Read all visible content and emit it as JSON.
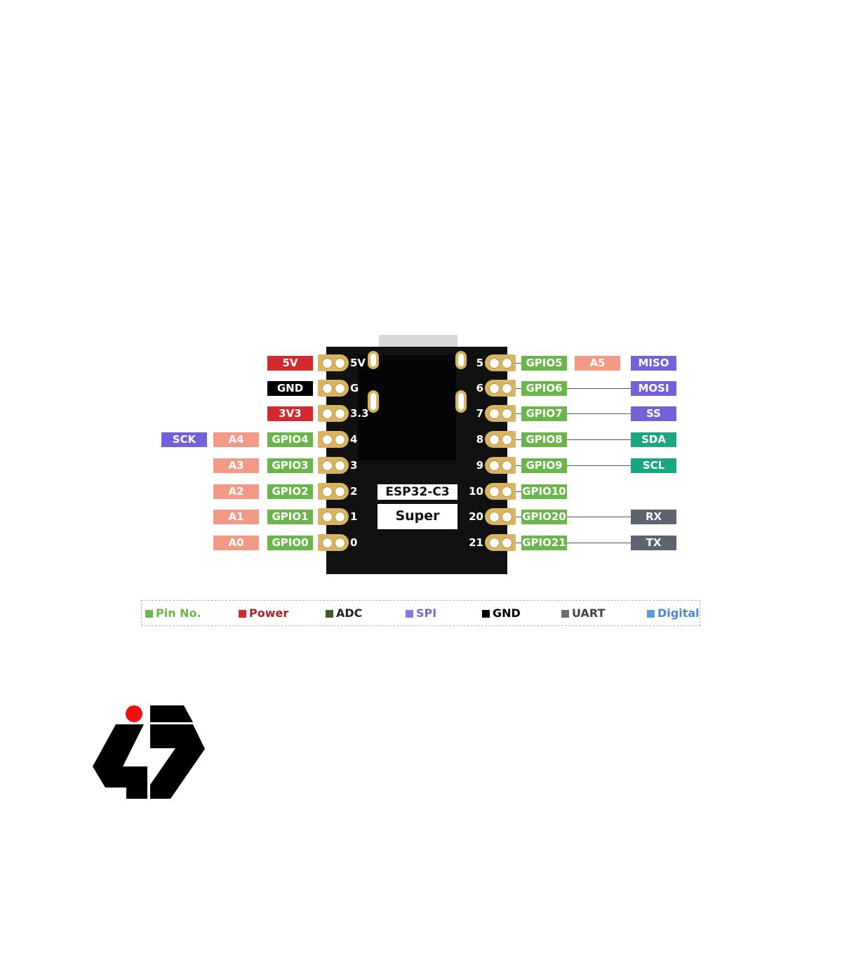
{
  "board": {
    "title_line1": "ESP32-C3",
    "title_line2": "Super Mini"
  },
  "left_pins": [
    {
      "pin": "5V",
      "main": "5V",
      "main_type": "power"
    },
    {
      "pin": "G",
      "main": "GND",
      "main_type": "gnd"
    },
    {
      "pin": "3.3",
      "main": "3V3",
      "main_type": "power"
    },
    {
      "pin": "4",
      "main": "GPIO4",
      "main_type": "gpio",
      "adc": "A4",
      "func": "SCK",
      "func_type": "spi"
    },
    {
      "pin": "3",
      "main": "GPIO3",
      "main_type": "gpio",
      "adc": "A3"
    },
    {
      "pin": "2",
      "main": "GPIO2",
      "main_type": "gpio",
      "adc": "A2"
    },
    {
      "pin": "1",
      "main": "GPIO1",
      "main_type": "gpio",
      "adc": "A1"
    },
    {
      "pin": "0",
      "main": "GPIO0",
      "main_type": "gpio",
      "adc": "A0"
    }
  ],
  "right_pins": [
    {
      "pin": "5",
      "main": "GPIO5",
      "adc": "A5",
      "func": "MISO",
      "func_type": "spi"
    },
    {
      "pin": "6",
      "main": "GPIO6",
      "func": "MOSI",
      "func_type": "spi"
    },
    {
      "pin": "7",
      "main": "GPIO7",
      "func": "SS",
      "func_type": "spi"
    },
    {
      "pin": "8",
      "main": "GPIO8",
      "func": "SDA",
      "func_type": "i2c"
    },
    {
      "pin": "9",
      "main": "GPIO9",
      "func": "SCL",
      "func_type": "i2c"
    },
    {
      "pin": "10",
      "main": "GPIO10"
    },
    {
      "pin": "20",
      "main": "GPIO20",
      "func": "RX",
      "func_type": "uart"
    },
    {
      "pin": "21",
      "main": "GPIO21",
      "func": "TX",
      "func_type": "uart"
    }
  ],
  "legend": [
    {
      "label": "Pin No.",
      "color": "#6ab64a",
      "text_color": "#6ab64a"
    },
    {
      "label": "Power",
      "color": "#d42a2f",
      "text_color": "#a52226"
    },
    {
      "label": "ADC",
      "color": "#3e5e26",
      "text_color": "#222222"
    },
    {
      "label": "SPI",
      "color": "#8a78e0",
      "text_color": "#7a68d0"
    },
    {
      "label": "GND",
      "color": "#000000",
      "text_color": "#000000"
    },
    {
      "label": "UART",
      "color": "#6a6e78",
      "text_color": "#444444"
    },
    {
      "label": "Digital",
      "color": "#5a9ad8",
      "text_color": "#4a8ac8"
    }
  ],
  "colors": {
    "power": "#d42a2f",
    "gnd": "#000000",
    "gpio": "#6ab64a",
    "adc": "#f19a85",
    "spi": "#7660d8",
    "i2c": "#1aa583",
    "uart": "#5d6470",
    "pad": "#d9b463"
  },
  "logo": {
    "name": "brand-logo"
  }
}
